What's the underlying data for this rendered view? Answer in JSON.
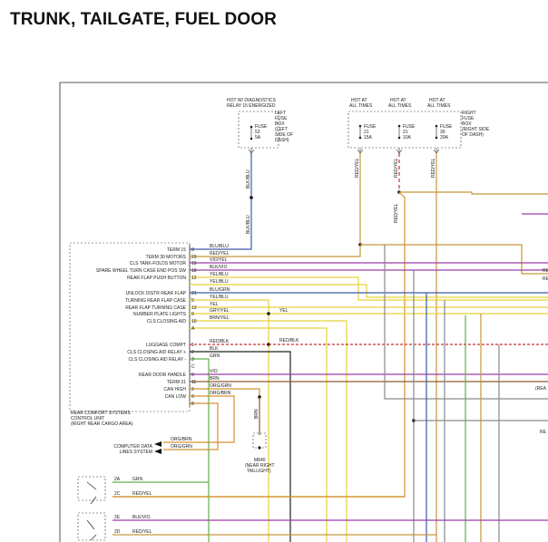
{
  "title": "TRUNK, TAILGATE, FUEL DOOR",
  "fuse_left": {
    "header": [
      "HOT W/ DIAGNOSTICS",
      "RELAY 15 ENERGIZED"
    ],
    "fuse_label": [
      "FUSE",
      "53",
      "5A"
    ],
    "box_label": [
      "LEFT",
      "FUSE",
      "BOX",
      "(LEFT",
      "SIDE OF",
      "DASH)"
    ],
    "wire": "BLK/BLU"
  },
  "fuses_right": [
    {
      "header": [
        "HOT AT",
        "ALL TIMES"
      ],
      "label": [
        "FUSE",
        "21",
        "15A"
      ],
      "wire": "RED/YEL"
    },
    {
      "header": [
        "HOT AT",
        "ALL TIMES"
      ],
      "label": [
        "FUSE",
        "21",
        "10A"
      ],
      "wire": "RED/YEL"
    },
    {
      "header": [
        "HOT AT",
        "ALL TIMES"
      ],
      "label": [
        "FUSE",
        "30",
        "20A"
      ],
      "wire": "RED/YEL"
    }
  ],
  "fuse_box_right": [
    "RIGHT",
    "FUSE",
    "BOX",
    "(RIGHT SIDE",
    "OF DASH)"
  ],
  "module_name": [
    "REAR COMFORT SYSTEMS",
    "CONTROL UNIT",
    "(RIGHT REAR CARGO AREA)"
  ],
  "pins": [
    {
      "label": "TERM 15",
      "pin": "8",
      "wire": "BLU/BLU"
    },
    {
      "label": "TERM 30 MOTORS",
      "pin": "23",
      "wire": "RED/YEL"
    },
    {
      "label": "CLS TANK-FOLDS MOTOR",
      "pin": "19",
      "wire": "VIO/YEL"
    },
    {
      "label": "SPARE WHEEL TURN CASE END POS SW",
      "pin": "18",
      "wire": "BLK/VIO"
    },
    {
      "label": "REAR FLAP PUSH BUTTON",
      "pin": "12",
      "wire": "YEL/BLU"
    },
    {
      "label": "",
      "pin": "",
      "wire": "YEL/BLU"
    },
    {
      "label": "UNLOCK DISTR REAR FLAP",
      "pin": "21",
      "wire": "BLU/GRN"
    },
    {
      "label": "TURNING REAR FLAP CASE",
      "pin": "5",
      "wire": "YEL/BLU"
    },
    {
      "label": "REAR FLAP TURNING CASE",
      "pin": "13",
      "wire": "YEL"
    },
    {
      "label": "NUMBER PLATE LIGHTS",
      "pin": "9",
      "wire": "GRY/YEL"
    },
    {
      "label": "CLS CLOSING AID",
      "pin": "10",
      "wire": "BRN/YEL"
    },
    {
      "label": "",
      "pin": "A",
      "wire": ""
    },
    {
      "label": "LUGGAGE COMPT",
      "pin": "1",
      "wire": "RED/BLK"
    },
    {
      "label": "CLS CLOSING AID RELAY +",
      "pin": "2",
      "wire": "BLK"
    },
    {
      "label": "CLS CLOSING AID RELAY -",
      "pin": "3",
      "wire": "GRN"
    },
    {
      "label": "",
      "pin": "C",
      "wire": ""
    },
    {
      "label": "REAR DOOR HANDLE",
      "pin": "9",
      "wire": "VIO"
    },
    {
      "label": "TERM 31",
      "pin": "11",
      "wire": "BRN"
    },
    {
      "label": "CAN HIGH",
      "pin": "2",
      "wire": "ORG/GRN"
    },
    {
      "label": "CAN LOW",
      "pin": "3",
      "wire": "ORG/BRN"
    },
    {
      "label": "",
      "pin": "8",
      "wire": ""
    }
  ],
  "yel_label": "YEL",
  "redblk_label": "RED/BLK",
  "computer_data": {
    "label": [
      "COMPUTER DATA",
      "LINES SYSTEM"
    ],
    "wires": [
      "ORG/BRN",
      "ORG/GRN"
    ]
  },
  "ground": {
    "wire": "BRN",
    "name": "M840",
    "location": [
      "(NEAR RIGHT",
      "TAILLIGHT)"
    ]
  },
  "bottom_wires": [
    {
      "pin": "2A",
      "wire": "GRN"
    },
    {
      "pin": "2C",
      "wire": "RED/YEL"
    },
    {
      "pin": "2E",
      "wire": "BLK/VIO"
    },
    {
      "pin": "2D",
      "wire": "RED/YEL"
    }
  ],
  "edge_labels": {
    "re1": "RE",
    "re2": "RE",
    "rea": "(REA",
    "re3": "RE"
  },
  "colors": {
    "red_yel": "#c8963c",
    "violet": "#9a3fa8",
    "yellow": "#e6d23a",
    "blue": "#3c5aa8",
    "green": "#5fb04a",
    "orange": "#d8902e",
    "brown": "#8a5a2c",
    "black": "#222222",
    "gray": "#8a8a8a",
    "red": "#c83232"
  }
}
